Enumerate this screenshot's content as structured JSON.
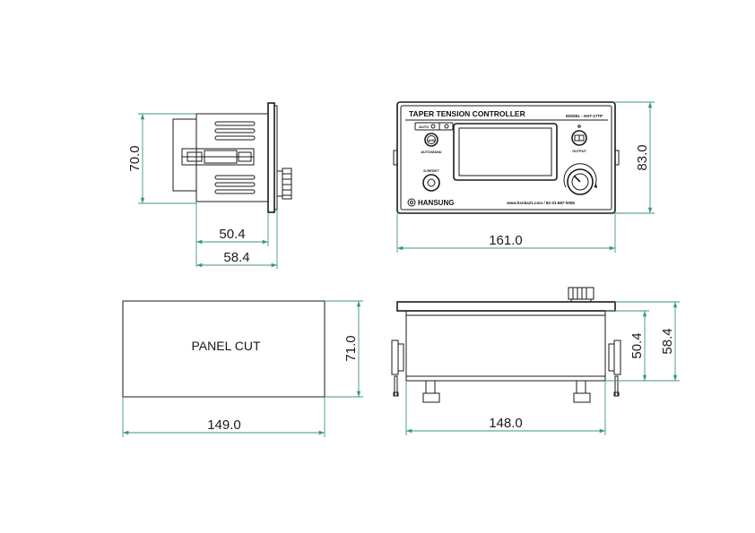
{
  "colors": {
    "dimension": "#3a9a72",
    "outline": "#1a1a1a",
    "background": "#ffffff"
  },
  "side_view": {
    "height": "70.0",
    "depth_inner": "50.4",
    "depth_outer": "58.4"
  },
  "front_view": {
    "title": "TAPER TENSION CONTROLLER",
    "model": "MODEL : HST-17TP",
    "auto_label": "AUTO",
    "auto_manual_label": "AUTO/MANU",
    "auto_manual_button": "A/M",
    "output_label": "OUTPUT",
    "dreset_label": "D.RESET",
    "brand": "HANSUNG",
    "website": "www.hsnka21.com / 82-31-687-0055",
    "width": "161.0",
    "height": "83.0"
  },
  "panel_cut": {
    "label": "PANEL CUT",
    "width": "149.0",
    "height": "71.0"
  },
  "bottom_view": {
    "width": "148.0",
    "height_inner": "50.4",
    "height_outer": "58.4"
  }
}
